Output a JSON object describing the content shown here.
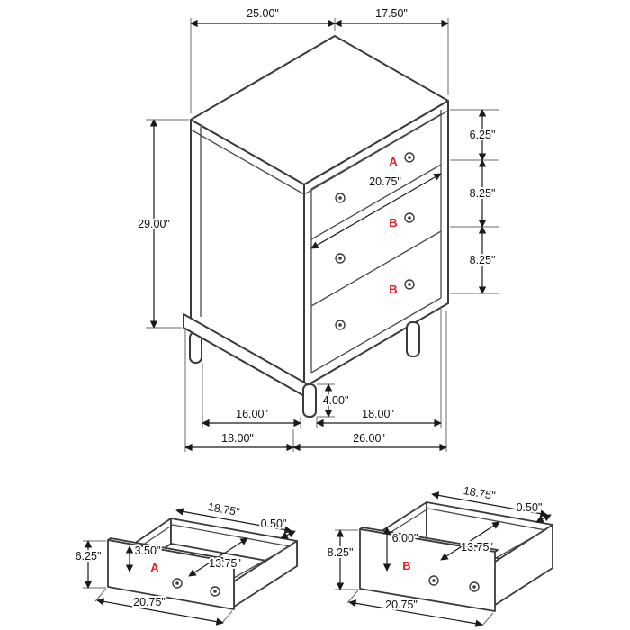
{
  "colors": {
    "line": "#3a3a3a",
    "dim_line": "#1a1a1a",
    "label_red": "#e02226",
    "background": "#ffffff"
  },
  "main_view": {
    "dims": {
      "top_width": "25.00\"",
      "top_depth": "17.50\"",
      "height": "29.00\"",
      "drawer_a_front": "6.25\"",
      "drawer_b_front": "8.25\"",
      "drawer_c_front": "8.25\"",
      "drawer_width": "20.75\"",
      "leg_height": "4.00\"",
      "base_front_left": "16.00\"",
      "base_front_right": "18.00\"",
      "overall_depth": "18.00\"",
      "overall_width": "26.00\""
    },
    "labels": {
      "drawer_a": "A",
      "drawer_b": "B",
      "drawer_c": "B"
    }
  },
  "drawer_a_view": {
    "label": "A",
    "dims": {
      "back_height": "3.50\"",
      "interior_width": "18.75\"",
      "wall_thickness": "0.50\"",
      "interior_depth": "13.75\"",
      "front_height": "6.25\"",
      "overall_width": "20.75\""
    }
  },
  "drawer_b_view": {
    "label": "B",
    "dims": {
      "back_height": "6.00\"",
      "interior_width": "18.75\"",
      "wall_thickness": "0.50\"",
      "interior_depth": "13.75\"",
      "front_height": "8.25\"",
      "overall_width": "20.75\""
    }
  }
}
